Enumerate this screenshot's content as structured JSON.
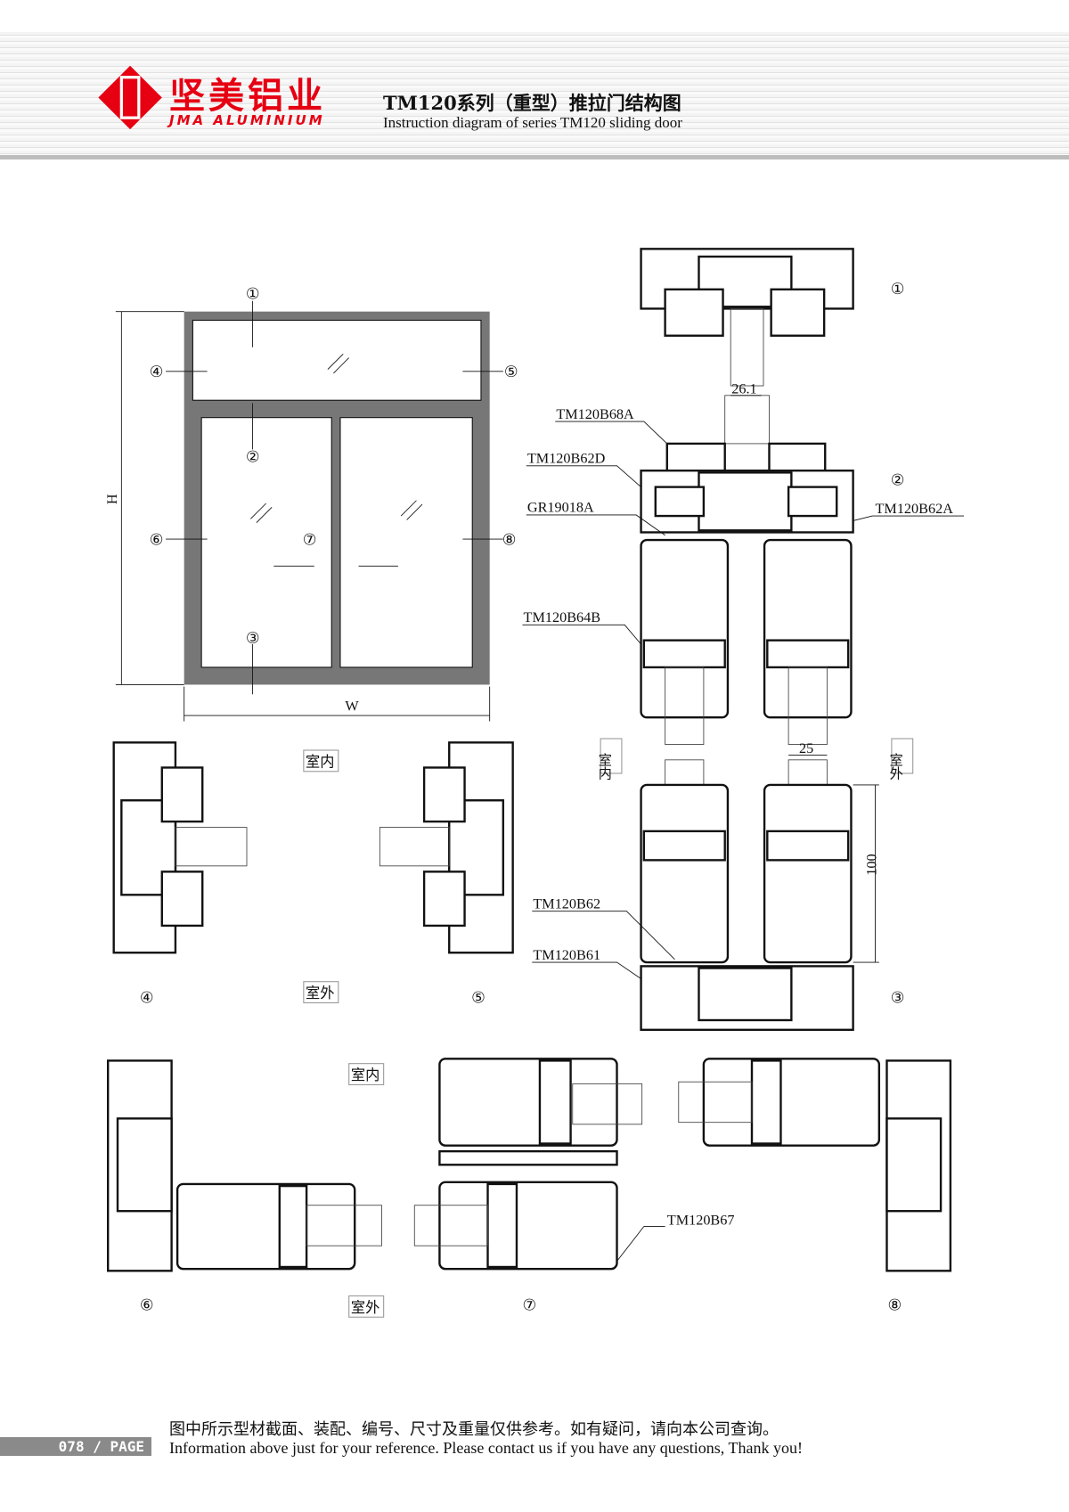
{
  "header": {
    "logo_cn": "坚美铝业",
    "logo_en": "JMA ALUMINIUM",
    "title_cn": "TM120系列（重型）推拉门结构图",
    "title_en": "Instruction diagram of series TM120 sliding door"
  },
  "elevation": {
    "markers": [
      "①",
      "②",
      "③",
      "④",
      "⑤",
      "⑥",
      "⑦",
      "⑧"
    ],
    "dim_h": "H",
    "dim_w": "W"
  },
  "sections": {
    "part_labels": [
      "TM120B68A",
      "TM120B62D",
      "GR19018A",
      "TM120B64B",
      "TM120B62A",
      "TM120B62",
      "TM120B61",
      "TM120B67"
    ],
    "dims": [
      "26.1",
      "25",
      "100"
    ],
    "indoor": "室内",
    "outdoor": "室外",
    "markers": [
      "①",
      "②",
      "③",
      "④",
      "⑤",
      "⑥",
      "⑦",
      "⑧"
    ]
  },
  "footer": {
    "page": "078 / PAGE",
    "note_cn": "图中所示型材截面、装配、编号、尺寸及重量仅供参考。如有疑问，请向本公司查询。",
    "note_en": "Information above just for your reference. Please contact us if you have any questions, Thank you!"
  }
}
